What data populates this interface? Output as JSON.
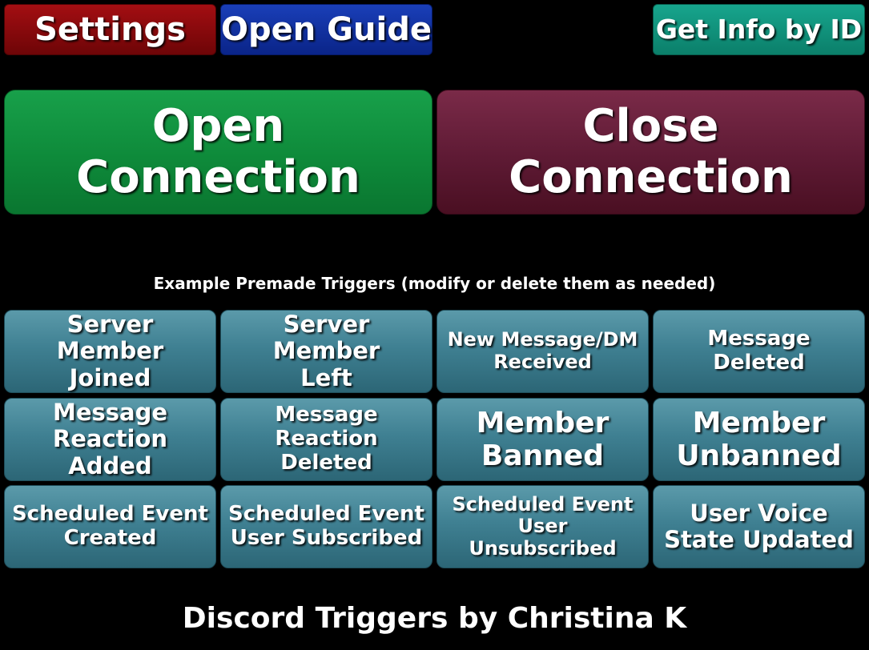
{
  "top_bar": {
    "settings_label": "Settings",
    "guide_label": "Open Guide",
    "get_info_label": "Get Info by ID"
  },
  "connection": {
    "open_label": "Open Connection",
    "close_label": "Close Connection"
  },
  "triggers": {
    "section_title": "Example Premade Triggers (modify or delete them as needed)",
    "items": [
      {
        "label": "Server Member\nJoined"
      },
      {
        "label": "Server Member\nLeft"
      },
      {
        "label": "New Message/DM\nReceived"
      },
      {
        "label": "Message Deleted"
      },
      {
        "label": "Message\nReaction Added"
      },
      {
        "label": "Message\nReaction Deleted"
      },
      {
        "label": "Member\nBanned"
      },
      {
        "label": "Member\nUnbanned"
      },
      {
        "label": "Scheduled Event\nCreated"
      },
      {
        "label": "Scheduled Event\nUser Subscribed"
      },
      {
        "label": "Scheduled Event\nUser Unsubscribed"
      },
      {
        "label": "User Voice\nState Updated"
      }
    ]
  },
  "footer": {
    "credit": "Discord Triggers by Christina K"
  },
  "colors": {
    "background": "#000000",
    "settings": "#a30e12",
    "guide": "#1a3fb8",
    "get_info": "#17a58d",
    "open_connection": "#0e8a3a",
    "close_connection": "#5e1a34",
    "trigger": "#3f8092"
  }
}
